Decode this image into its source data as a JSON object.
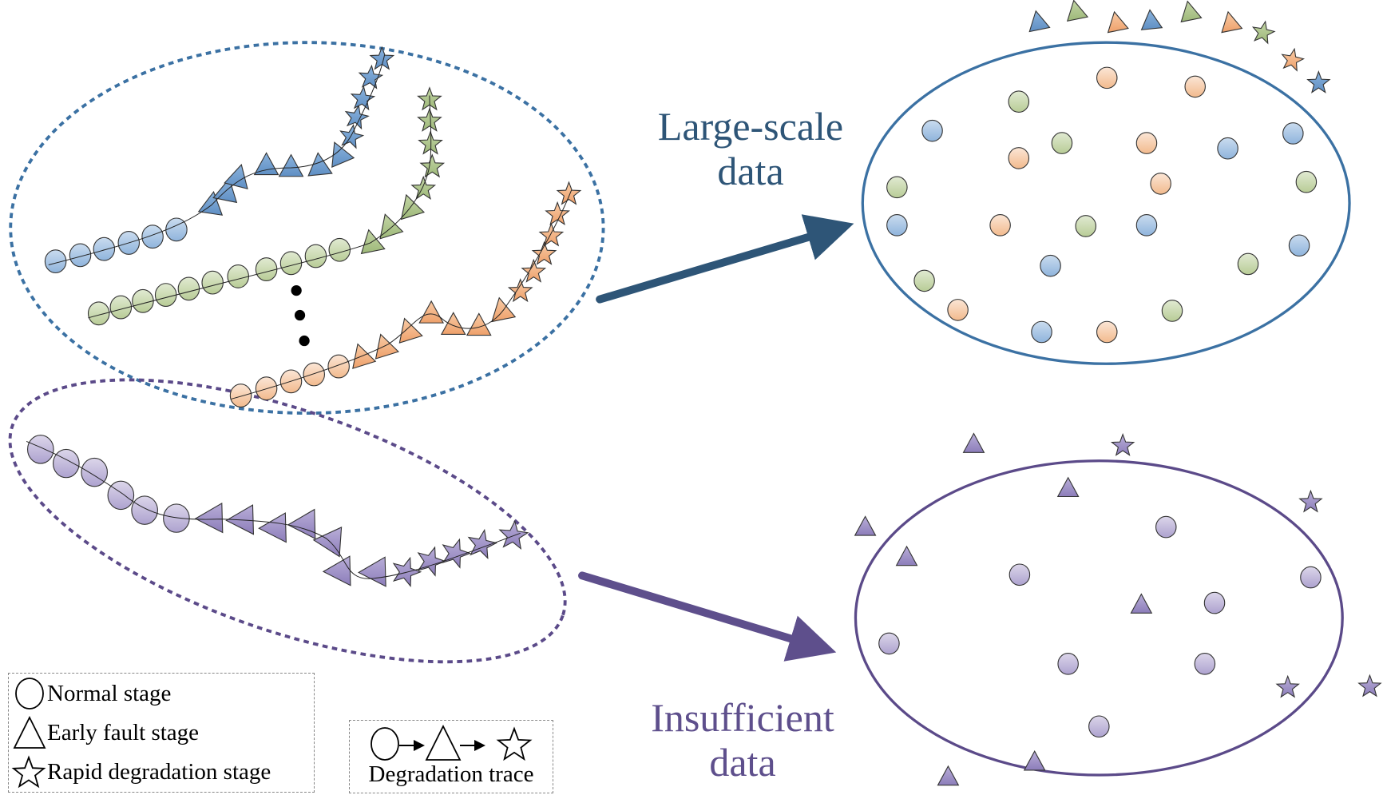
{
  "labels": {
    "large_scale": "Large-scale data",
    "large_scale_line1": "Large-scale",
    "large_scale_line2": "data",
    "insufficient_line1": "Insufficient",
    "insufficient_line2": "data"
  },
  "legend": {
    "items": [
      {
        "icon": "circle-icon",
        "label": "Normal stage"
      },
      {
        "icon": "triangle-icon",
        "label": "Early fault stage"
      },
      {
        "icon": "star-icon",
        "label": "Rapid degradation stage"
      }
    ],
    "trace_label": "Degradation trace"
  },
  "colors": {
    "blue_fill": "#a9c6e4",
    "blue_dark": "#6f9ccb",
    "green_fill": "#cddcb6",
    "green_dark": "#a7bf83",
    "orange_fill": "#f6cfae",
    "orange_dark": "#efab78",
    "purple_fill": "#c4bcdb",
    "purple_dark": "#9d8fc2",
    "large_accent": "#2e5577",
    "large_ellipse": "#3b71a3",
    "insufficient_accent": "#5e4f8c",
    "insufficient_ellipse": "#5b4a89"
  },
  "groups": {
    "large_scale": {
      "trajectories": [
        "blue",
        "green",
        "orange"
      ],
      "ellipsis": "..."
    },
    "insufficient": {
      "trajectories": [
        "purple"
      ]
    }
  }
}
